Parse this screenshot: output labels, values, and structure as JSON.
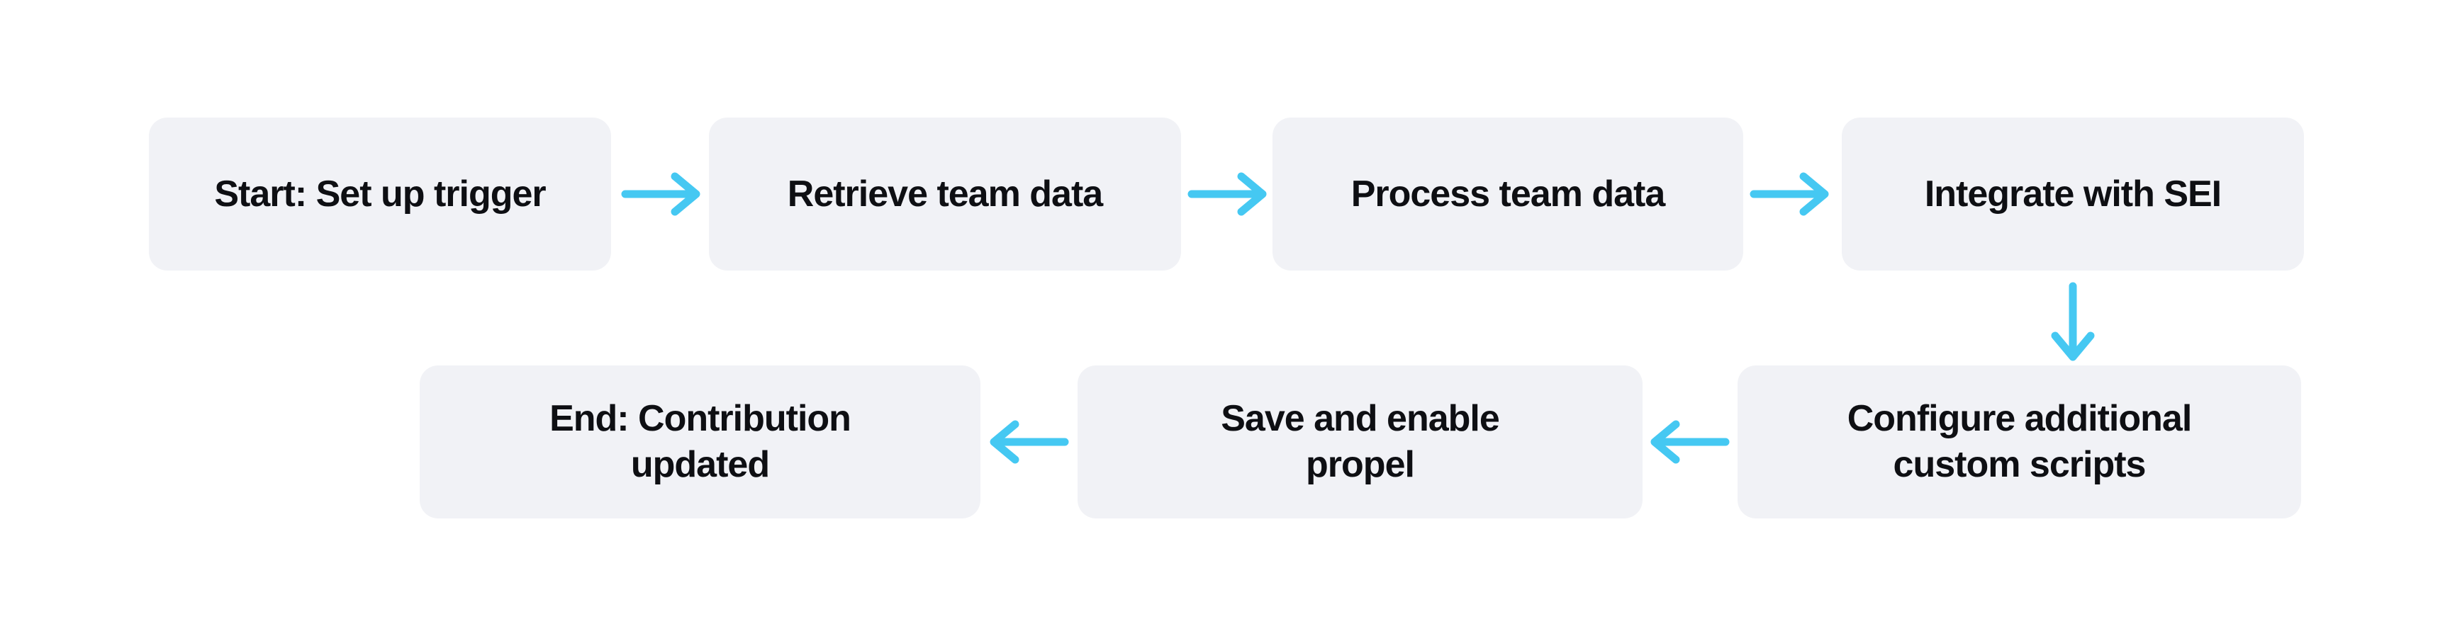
{
  "diagram": {
    "type": "flowchart",
    "colors": {
      "background": "#ffffff",
      "node_fill": "#f1f2f6",
      "node_text": "#0e0f13",
      "arrow": "#45c8f2"
    },
    "nodes": [
      {
        "id": "start",
        "label": "Start: Set up trigger"
      },
      {
        "id": "retrieve-team-data",
        "label": "Retrieve team data"
      },
      {
        "id": "process-team-data",
        "label": "Process team data"
      },
      {
        "id": "integrate-with-sei",
        "label": "Integrate with SEI"
      },
      {
        "id": "configure-custom-scripts",
        "label": "Configure additional custom scripts"
      },
      {
        "id": "save-enable-propel",
        "label": "Save and enable propel"
      },
      {
        "id": "end",
        "label": "End: Contribution updated"
      }
    ],
    "edges": [
      {
        "from": "start",
        "to": "retrieve-team-data",
        "direction": "right"
      },
      {
        "from": "retrieve-team-data",
        "to": "process-team-data",
        "direction": "right"
      },
      {
        "from": "process-team-data",
        "to": "integrate-with-sei",
        "direction": "right"
      },
      {
        "from": "integrate-with-sei",
        "to": "configure-custom-scripts",
        "direction": "down"
      },
      {
        "from": "configure-custom-scripts",
        "to": "save-enable-propel",
        "direction": "left"
      },
      {
        "from": "save-enable-propel",
        "to": "end",
        "direction": "left"
      }
    ]
  }
}
